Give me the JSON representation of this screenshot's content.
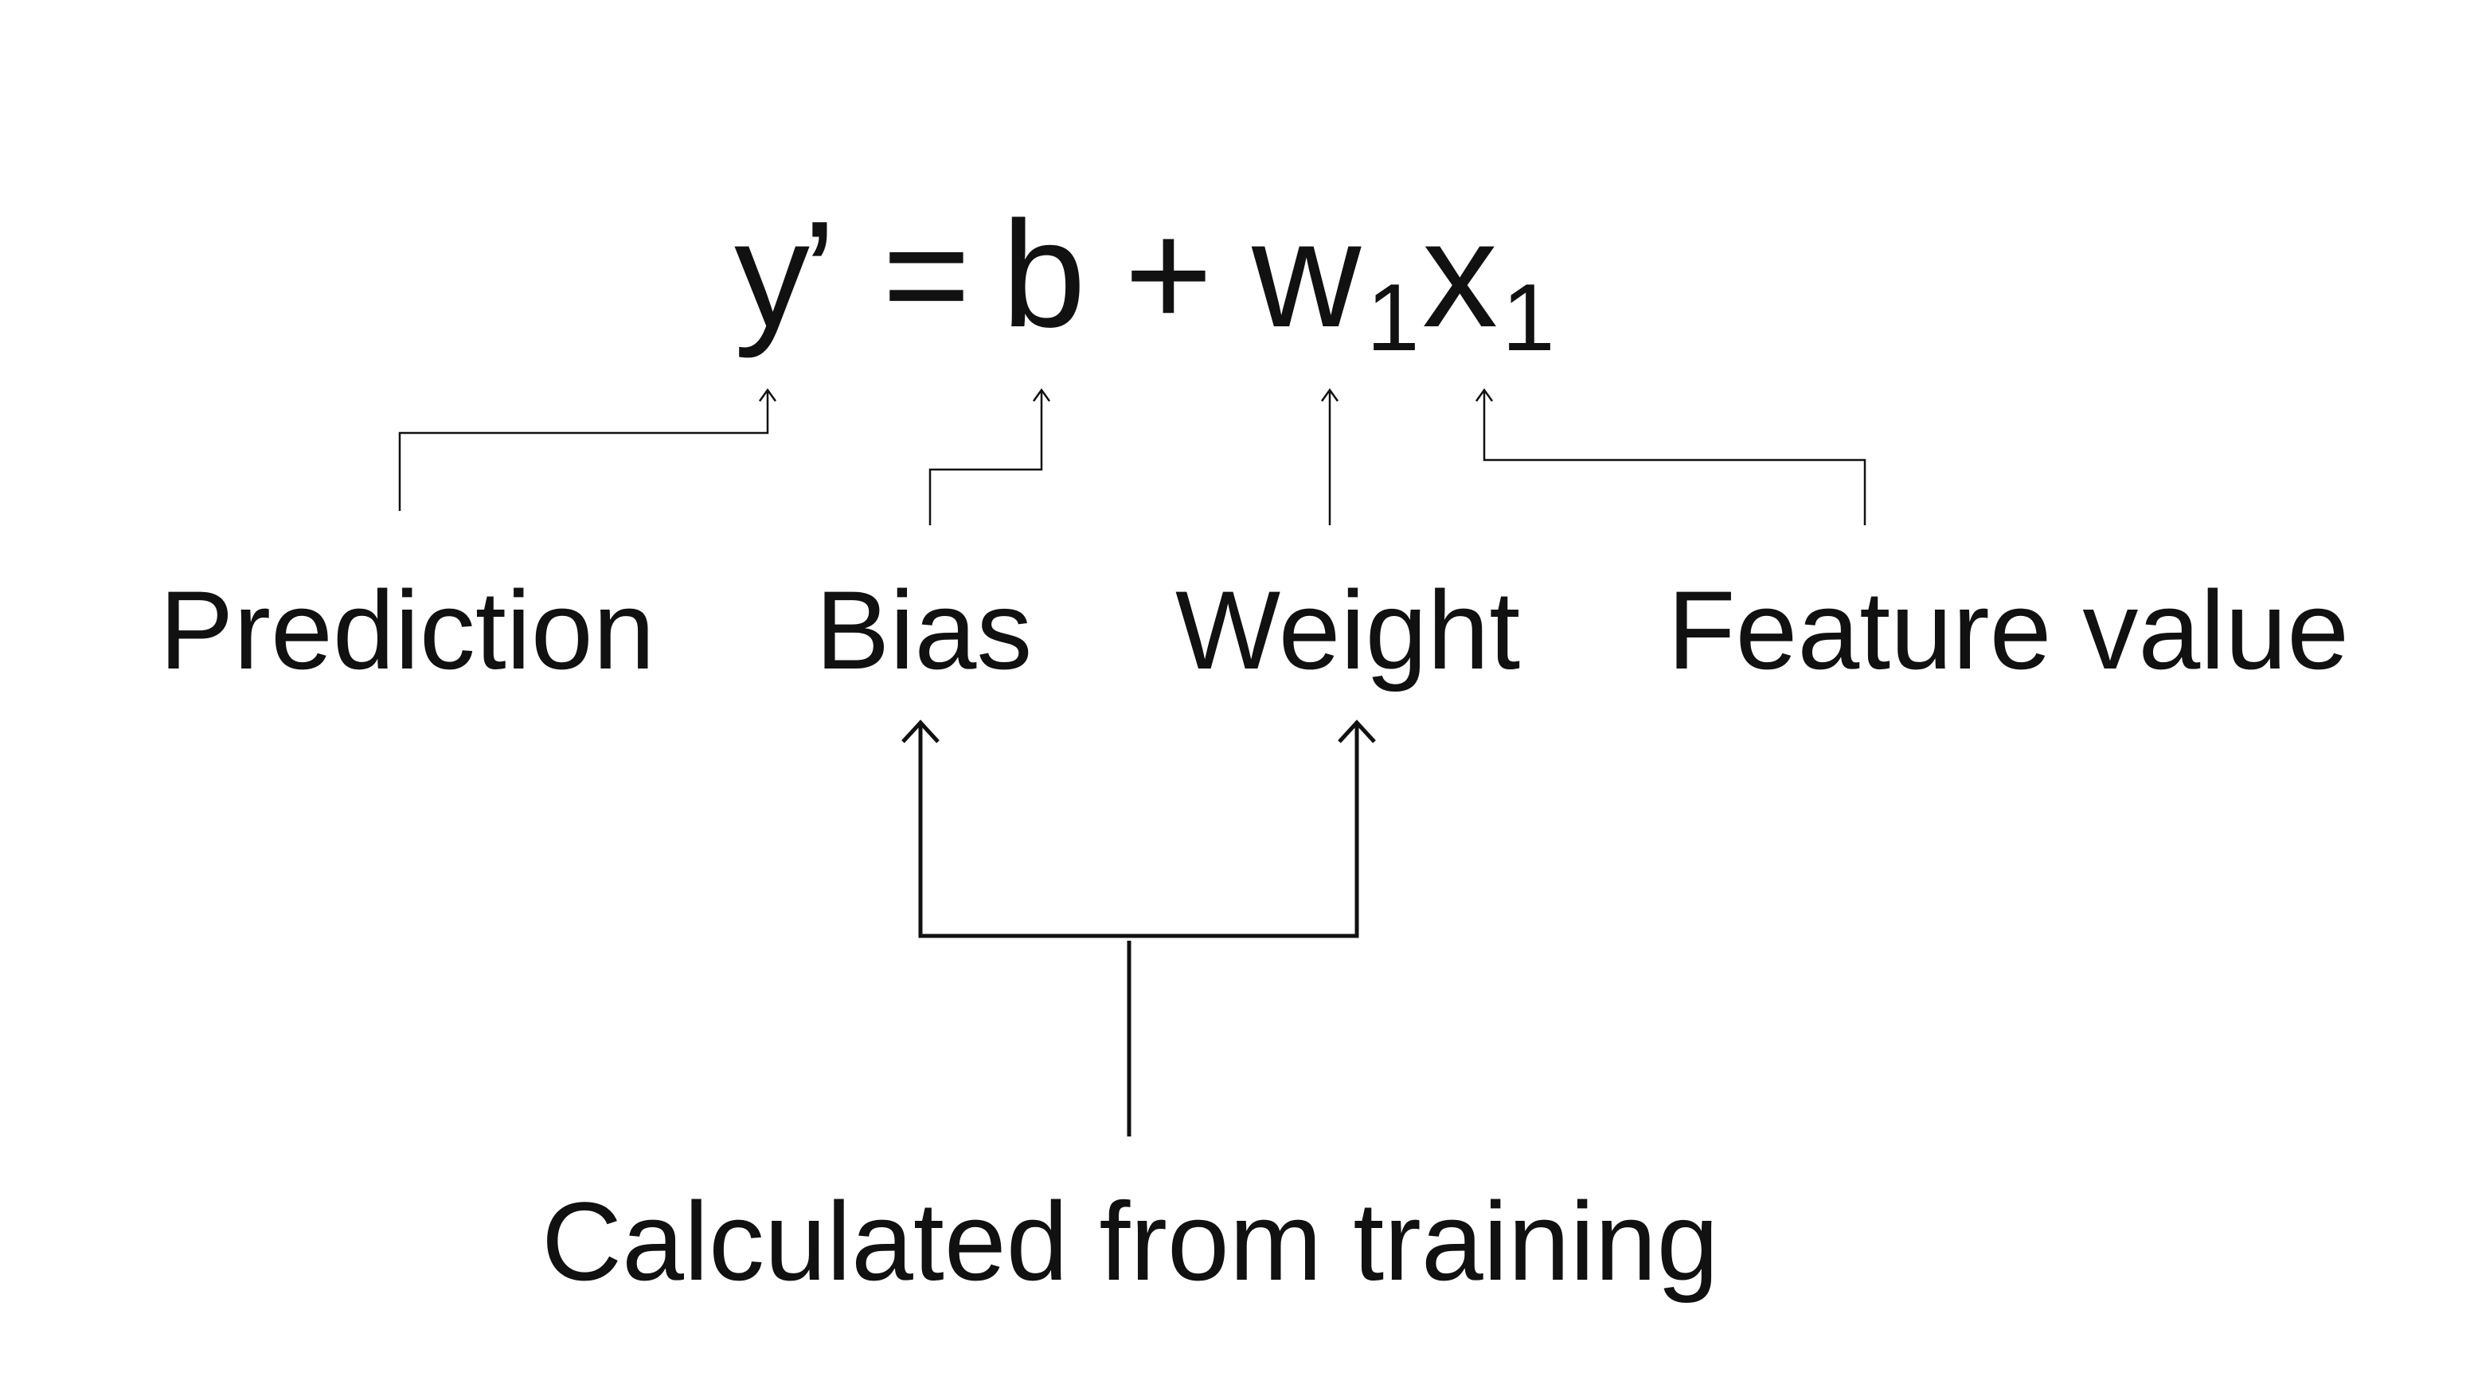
{
  "equation": {
    "y": "y",
    "prime": "’",
    "equals": "=",
    "b": "b",
    "plus": "+",
    "w": "w",
    "w_sub": "1",
    "x": "x",
    "x_sub": "1"
  },
  "labels": {
    "prediction": "Prediction",
    "bias": "Bias",
    "weight": "Weight",
    "feature_value": "Feature value",
    "calculated": "Calculated from training"
  },
  "colors": {
    "background": "#ffffff",
    "ink": "#111111"
  }
}
